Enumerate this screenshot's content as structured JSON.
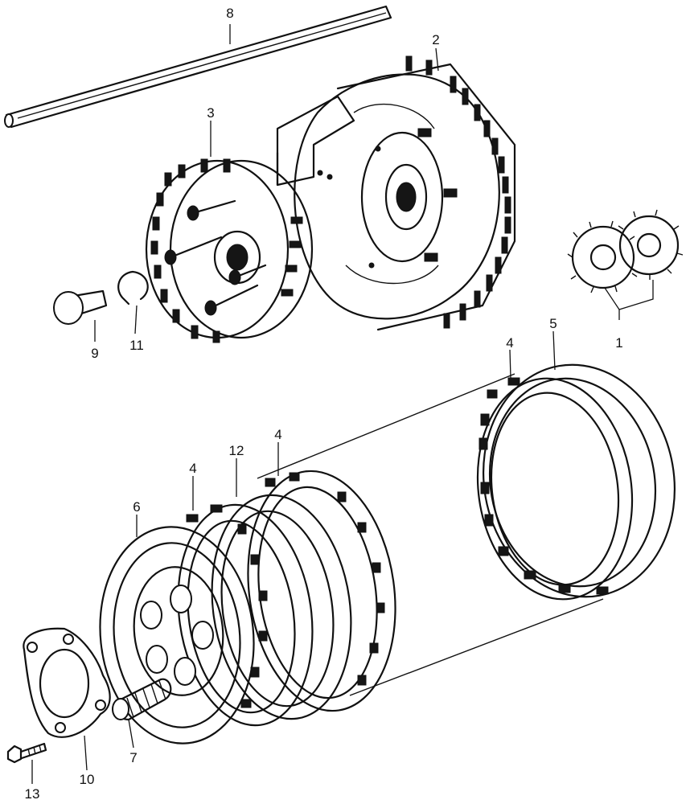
{
  "diagram": {
    "parts": [
      {
        "key": "p1",
        "label": "1",
        "icon": "primary-drive-gear-pair-icon"
      },
      {
        "key": "p2",
        "label": "2",
        "icon": "clutch-outer-basket-icon"
      },
      {
        "key": "p3",
        "label": "3",
        "icon": "clutch-center-hub-icon"
      },
      {
        "key": "p4a",
        "label": "4",
        "icon": "friction-disc-icon"
      },
      {
        "key": "p4b",
        "label": "4",
        "icon": "friction-disc-icon"
      },
      {
        "key": "p4c",
        "label": "4",
        "icon": "friction-disc-icon"
      },
      {
        "key": "p5",
        "label": "5",
        "icon": "clutch-plate-icon"
      },
      {
        "key": "p6",
        "label": "6",
        "icon": "pressure-plate-icon"
      },
      {
        "key": "p7",
        "label": "7",
        "icon": "clutch-spring-icon"
      },
      {
        "key": "p8",
        "label": "8",
        "icon": "lifter-plate-icon"
      },
      {
        "key": "p9",
        "label": "9",
        "icon": "lifter-rod-cap-icon"
      },
      {
        "key": "p10",
        "label": "10",
        "icon": "pushrod-icon"
      },
      {
        "key": "p11",
        "label": "11",
        "icon": "snap-ring-icon"
      },
      {
        "key": "p12",
        "label": "12",
        "icon": "clutch-plate-icon"
      },
      {
        "key": "p13",
        "label": "13",
        "icon": "bolt-icon"
      }
    ]
  }
}
